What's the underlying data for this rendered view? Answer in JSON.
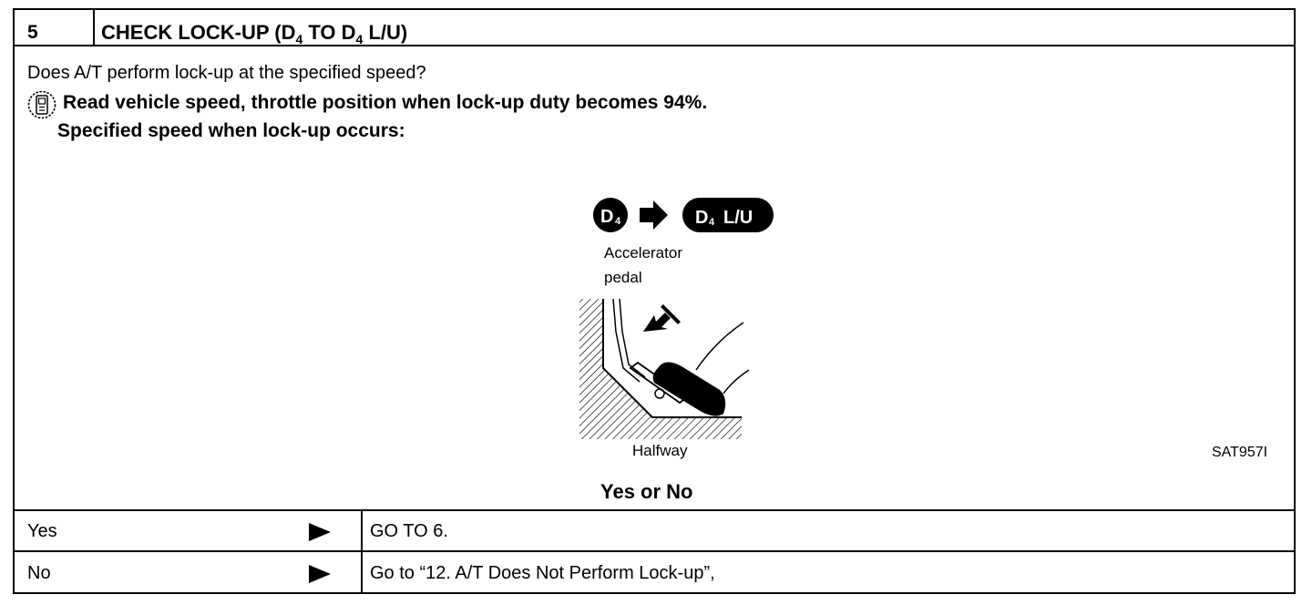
{
  "step": {
    "number": "5",
    "title_parts": [
      "CHECK LOCK-UP (D",
      "4",
      " TO D",
      "4",
      " L/U)"
    ]
  },
  "question": "Does A/T perform lock-up at the specified speed?",
  "instruction": {
    "icon": "consult-diagnostic-icon",
    "line1": "Read vehicle speed, throttle position when lock-up duty becomes 94%.",
    "line2": "Specified speed when lock-up occurs:"
  },
  "figure": {
    "from_badge": "D",
    "from_badge_sub": "4",
    "to_badge": "D",
    "to_badge_sub": "4",
    "to_badge_suffix": "L/U",
    "pedal_label_1": "Accelerator",
    "pedal_label_2": "pedal",
    "halfway_label": "Halfway",
    "figure_id": "SAT957I"
  },
  "decision_label": "Yes or No",
  "outcomes": [
    {
      "answer": "Yes",
      "action": "GO TO 6."
    },
    {
      "answer": "No",
      "action": "Go to “12. A/T Does Not Perform Lock-up”,"
    }
  ]
}
